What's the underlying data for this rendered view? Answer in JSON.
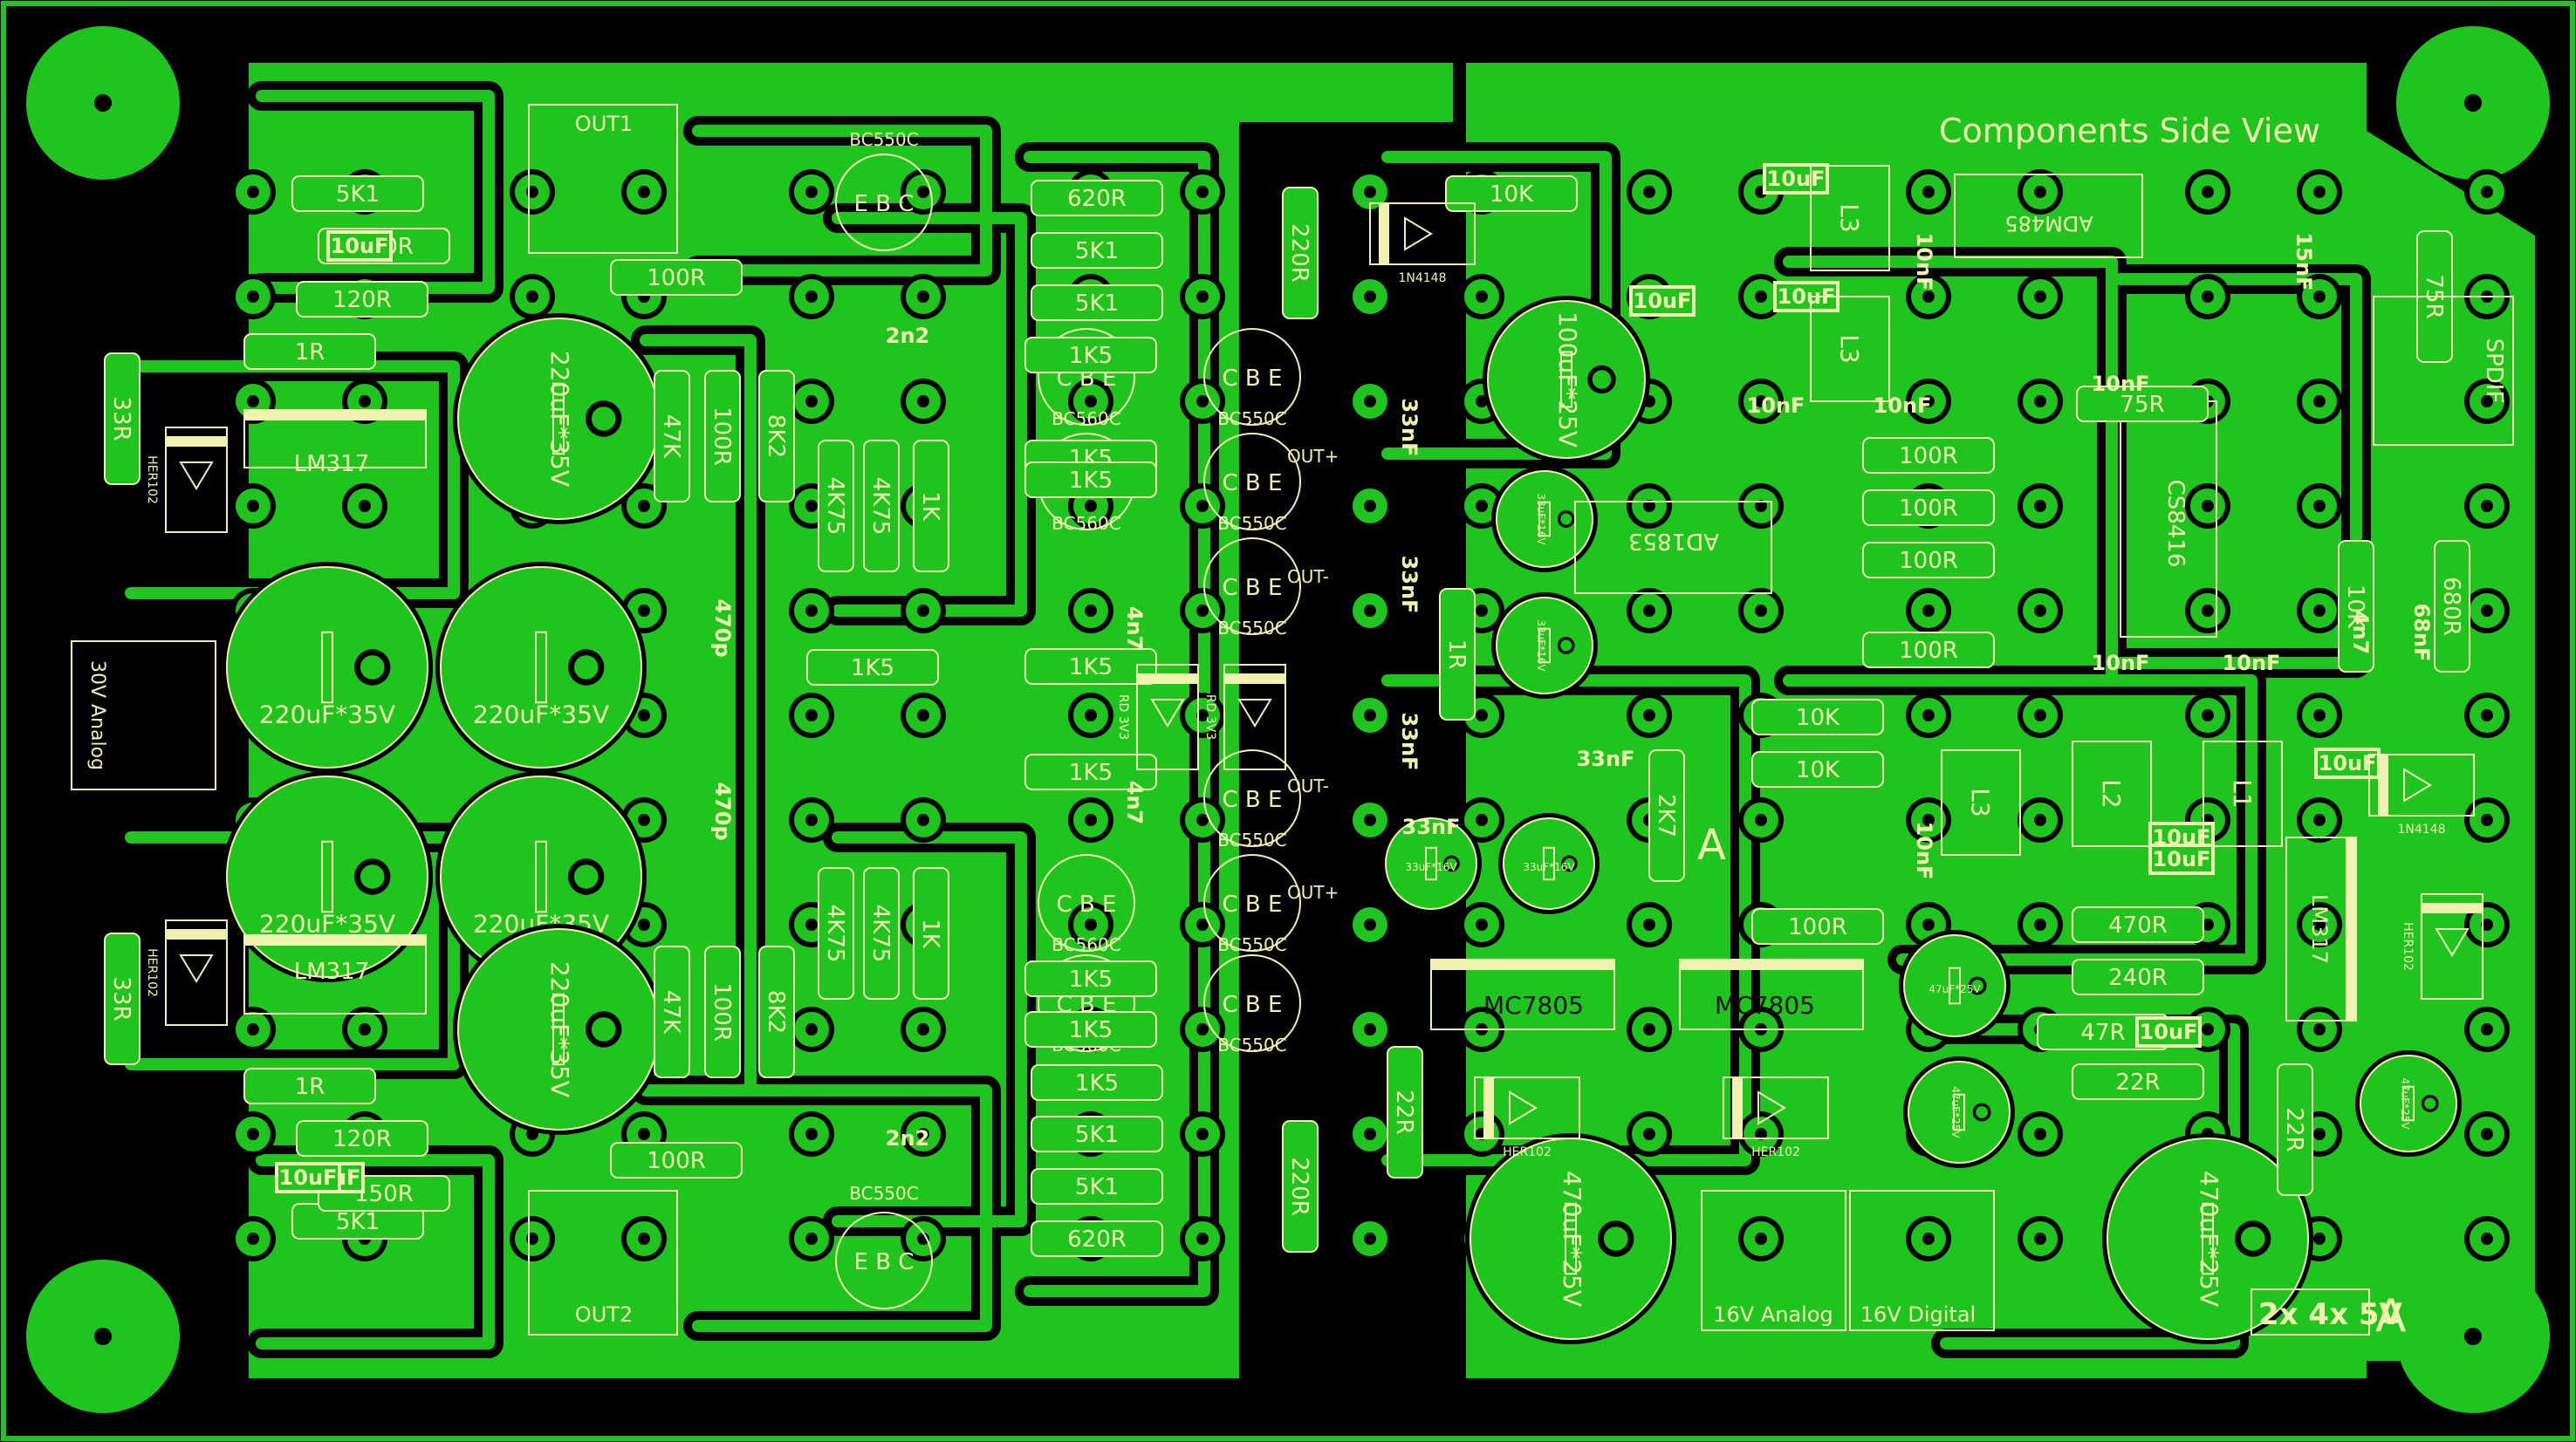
{
  "colors": {
    "background": "#000000",
    "copper": "#1fc41f",
    "copper_dark": "#0d8a0d",
    "hole": "#000000",
    "silkscreen": "#f2f2b0",
    "component_fill": "#f2f2b0"
  },
  "board": {
    "title": "Components Side View",
    "sizing_note": "2x 4x 5V",
    "marker_a": "A"
  },
  "connectors": [
    {
      "id": "out1",
      "label": "OUT1"
    },
    {
      "id": "out2",
      "label": "OUT2"
    },
    {
      "id": "analog30",
      "label": "30V Analog"
    },
    {
      "id": "analog16",
      "label": "16V Analog"
    },
    {
      "id": "digital16",
      "label": "16V Digital"
    },
    {
      "id": "spdif",
      "label": "SPDIF"
    }
  ],
  "ics": [
    {
      "id": "u_lm317_top",
      "label": "LM317"
    },
    {
      "id": "u_lm317_bot",
      "label": "LM317"
    },
    {
      "id": "u_lm317_right",
      "label": "LM317"
    },
    {
      "id": "u_mc7805_a",
      "label": "MC7805"
    },
    {
      "id": "u_mc7805_b",
      "label": "MC7805"
    },
    {
      "id": "u_ad1853",
      "label": "AD1853"
    },
    {
      "id": "u_adm485",
      "label": "ADM485"
    },
    {
      "id": "u_cs8416",
      "label": "CS8416"
    }
  ],
  "transistors": [
    {
      "id": "q1",
      "label": "BC550C",
      "pins": "E B C"
    },
    {
      "id": "q2",
      "label": "BC560C",
      "pins": "C B E"
    },
    {
      "id": "q3",
      "label": "BC550C",
      "pins": "C B E"
    },
    {
      "id": "q4",
      "label": "BC560C",
      "pins": "C B E"
    },
    {
      "id": "q5",
      "label": "BC550C",
      "pins": "C B E"
    },
    {
      "id": "q6",
      "label": "BC550C",
      "pins": "C B E"
    },
    {
      "id": "q7",
      "label": "BC550C",
      "pins": "C B E"
    },
    {
      "id": "q8",
      "label": "BC560C",
      "pins": "C B E"
    },
    {
      "id": "q9",
      "label": "BC550C",
      "pins": "C B E"
    },
    {
      "id": "q10",
      "label": "BC560C",
      "pins": "C B E"
    },
    {
      "id": "q11",
      "label": "BC550C",
      "pins": "C B E"
    },
    {
      "id": "q12",
      "label": "BC550C",
      "pins": "E B C"
    }
  ],
  "resistors": [
    {
      "id": "r1",
      "label": "5K1"
    },
    {
      "id": "r2",
      "label": "150R"
    },
    {
      "id": "r3",
      "label": "120R"
    },
    {
      "id": "r4",
      "label": "1R"
    },
    {
      "id": "r5",
      "label": "33R"
    },
    {
      "id": "r6",
      "label": "100R"
    },
    {
      "id": "r7",
      "label": "47K"
    },
    {
      "id": "r8",
      "label": "100R"
    },
    {
      "id": "r9",
      "label": "8K2"
    },
    {
      "id": "r10",
      "label": "4K75"
    },
    {
      "id": "r11",
      "label": "4K75"
    },
    {
      "id": "r12",
      "label": "1K"
    },
    {
      "id": "r13",
      "label": "620R"
    },
    {
      "id": "r14",
      "label": "5K1"
    },
    {
      "id": "r15",
      "label": "5K1"
    },
    {
      "id": "r16",
      "label": "1K5"
    },
    {
      "id": "r17",
      "label": "1K5"
    },
    {
      "id": "r18",
      "label": "1K5"
    },
    {
      "id": "r19",
      "label": "220R"
    },
    {
      "id": "r20",
      "label": "10K"
    },
    {
      "id": "r21",
      "label": "1R"
    },
    {
      "id": "r22",
      "label": "100R"
    },
    {
      "id": "r23",
      "label": "100R"
    },
    {
      "id": "r24",
      "label": "100R"
    },
    {
      "id": "r25",
      "label": "100R"
    },
    {
      "id": "r26",
      "label": "10K"
    },
    {
      "id": "r27",
      "label": "10K"
    },
    {
      "id": "r28",
      "label": "2K7"
    },
    {
      "id": "r29",
      "label": "100R"
    },
    {
      "id": "r30",
      "label": "75R"
    },
    {
      "id": "r31",
      "label": "75R"
    },
    {
      "id": "r32",
      "label": "10K"
    },
    {
      "id": "r33",
      "label": "680R"
    },
    {
      "id": "r34",
      "label": "470R"
    },
    {
      "id": "r35",
      "label": "240R"
    },
    {
      "id": "r36",
      "label": "47R"
    },
    {
      "id": "r37",
      "label": "22R"
    },
    {
      "id": "r38",
      "label": "22R"
    },
    {
      "id": "r39",
      "label": "22R"
    },
    {
      "id": "r40",
      "label": "5K1"
    },
    {
      "id": "r41",
      "label": "150R"
    },
    {
      "id": "r42",
      "label": "120R"
    },
    {
      "id": "r43",
      "label": "1R"
    },
    {
      "id": "r44",
      "label": "33R"
    },
    {
      "id": "r45",
      "label": "100R"
    },
    {
      "id": "r46",
      "label": "47K"
    },
    {
      "id": "r47",
      "label": "100R"
    },
    {
      "id": "r48",
      "label": "8K2"
    },
    {
      "id": "r49",
      "label": "4K75"
    },
    {
      "id": "r50",
      "label": "4K75"
    },
    {
      "id": "r51",
      "label": "1K"
    },
    {
      "id": "r52",
      "label": "1K5"
    },
    {
      "id": "r53",
      "label": "5K1"
    },
    {
      "id": "r54",
      "label": "5K1"
    },
    {
      "id": "r55",
      "label": "620R"
    },
    {
      "id": "r56",
      "label": "220R"
    },
    {
      "id": "r57",
      "label": "1K5"
    },
    {
      "id": "r58",
      "label": "1K5"
    },
    {
      "id": "r59",
      "label": "1K5"
    },
    {
      "id": "r60",
      "label": "1K5"
    },
    {
      "id": "r61",
      "label": "1K5"
    }
  ],
  "caps_electrolytic": [
    {
      "id": "c1",
      "label": "220uF*35V"
    },
    {
      "id": "c2",
      "label": "220uF*35V"
    },
    {
      "id": "c3",
      "label": "220uF*35V"
    },
    {
      "id": "c4",
      "label": "220uF*35V"
    },
    {
      "id": "c5",
      "label": "220uF*35V"
    },
    {
      "id": "c6",
      "label": "220uF*35V"
    },
    {
      "id": "c7",
      "label": "100uF*25V"
    },
    {
      "id": "c8",
      "label": "470uF*25V"
    },
    {
      "id": "c9",
      "label": "470uF*25V"
    },
    {
      "id": "c10",
      "label": "33uF*16V"
    },
    {
      "id": "c11",
      "label": "33uF*16V"
    },
    {
      "id": "c12",
      "label": "33uF*16V"
    },
    {
      "id": "c13",
      "label": "33uF*16V"
    },
    {
      "id": "c14",
      "label": "47uF*25V"
    },
    {
      "id": "c15",
      "label": "47uF*25V"
    },
    {
      "id": "c16",
      "label": "47uF*25V"
    }
  ],
  "caps_small": [
    {
      "id": "k1",
      "label": "10uF"
    },
    {
      "id": "k2",
      "label": "10uF"
    },
    {
      "id": "k3",
      "label": "2n2"
    },
    {
      "id": "k4",
      "label": "2n2"
    },
    {
      "id": "k5",
      "label": "470p"
    },
    {
      "id": "k6",
      "label": "470p"
    },
    {
      "id": "k7",
      "label": "4n7"
    },
    {
      "id": "k8",
      "label": "4n7"
    },
    {
      "id": "k9",
      "label": "33nF"
    },
    {
      "id": "k10",
      "label": "33nF"
    },
    {
      "id": "k11",
      "label": "33nF"
    },
    {
      "id": "k12",
      "label": "33nF"
    },
    {
      "id": "k13",
      "label": "10uF"
    },
    {
      "id": "k14",
      "label": "10uF"
    },
    {
      "id": "k15",
      "label": "10uF"
    },
    {
      "id": "k16",
      "label": "10nF"
    },
    {
      "id": "k17",
      "label": "10nF"
    },
    {
      "id": "k18",
      "label": "10nF"
    },
    {
      "id": "k19",
      "label": "10nF"
    },
    {
      "id": "k20",
      "label": "10nF"
    },
    {
      "id": "k21",
      "label": "10nF"
    },
    {
      "id": "k22",
      "label": "10nF"
    },
    {
      "id": "k23",
      "label": "10uF"
    },
    {
      "id": "k24",
      "label": "10uF"
    },
    {
      "id": "k25",
      "label": "4n7"
    },
    {
      "id": "k26",
      "label": "68nF"
    },
    {
      "id": "k27",
      "label": "15nF"
    },
    {
      "id": "k28",
      "label": "10uF"
    },
    {
      "id": "k29",
      "label": "10uF"
    },
    {
      "id": "k30",
      "label": "33nF"
    },
    {
      "id": "k31",
      "label": "10uF"
    }
  ],
  "diodes": [
    {
      "id": "d1",
      "label": "HER102"
    },
    {
      "id": "d2",
      "label": "HER102"
    },
    {
      "id": "d3",
      "label": "1N4148"
    },
    {
      "id": "d4",
      "label": "RD 3V3"
    },
    {
      "id": "d5",
      "label": "RD 3V3"
    },
    {
      "id": "d6",
      "label": "HER102"
    },
    {
      "id": "d7",
      "label": "HER102"
    },
    {
      "id": "d8",
      "label": "HER102"
    },
    {
      "id": "d9",
      "label": "1N4148"
    }
  ],
  "inductors": [
    {
      "id": "l1",
      "label": "L1"
    },
    {
      "id": "l2",
      "label": "L2"
    },
    {
      "id": "l3a",
      "label": "L3"
    },
    {
      "id": "l3b",
      "label": "L3"
    },
    {
      "id": "l3c",
      "label": "L3"
    }
  ],
  "out_labels": [
    {
      "id": "o1",
      "label": "OUT+"
    },
    {
      "id": "o2",
      "label": "OUT-"
    },
    {
      "id": "o3",
      "label": "OUT-"
    },
    {
      "id": "o4",
      "label": "OUT+"
    }
  ]
}
